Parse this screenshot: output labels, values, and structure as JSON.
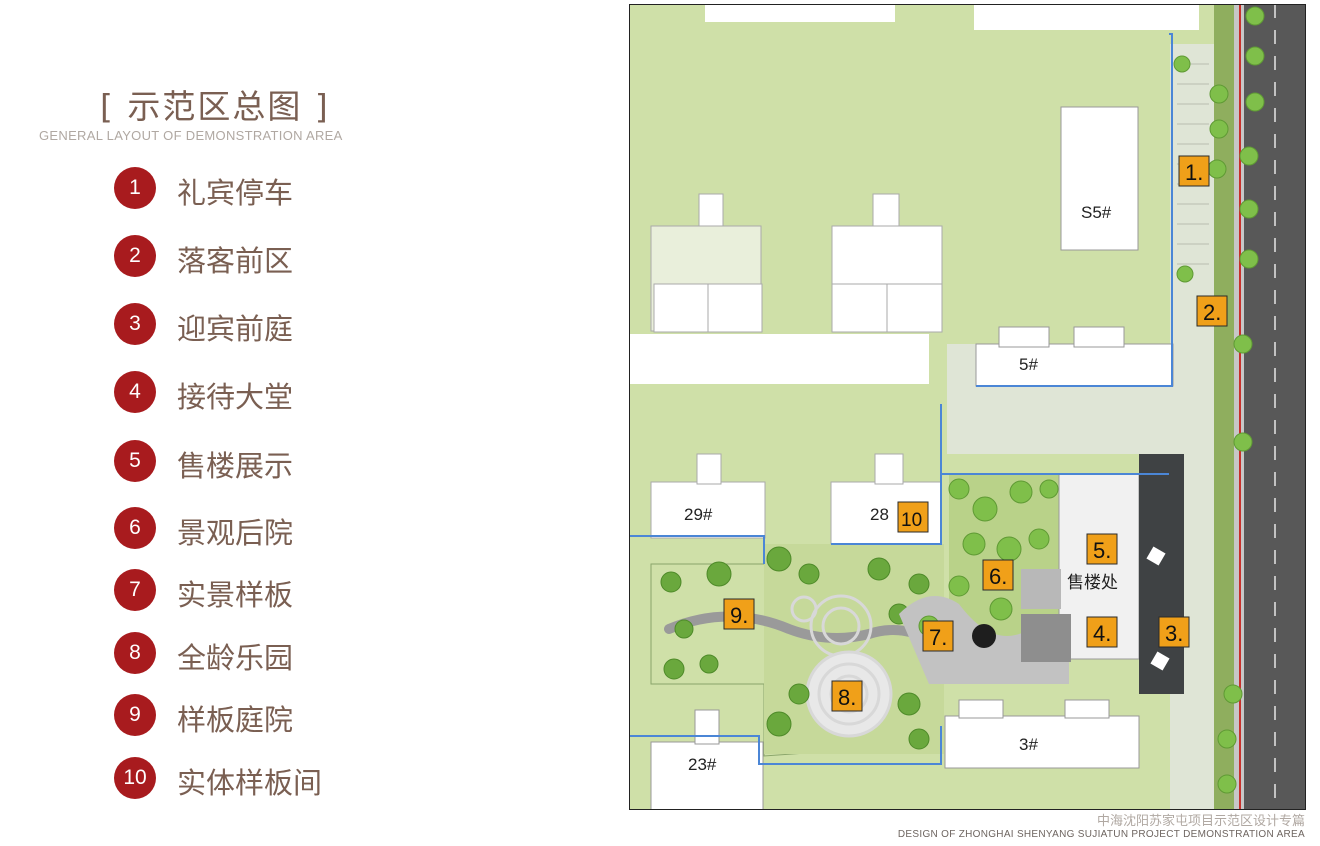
{
  "header": {
    "title_cn": "[ 示范区总图 ]",
    "title_en": "GENERAL LAYOUT OF DEMONSTRATION AREA"
  },
  "legend": [
    {
      "num": "1",
      "label": "礼宾停车"
    },
    {
      "num": "2",
      "label": "落客前区"
    },
    {
      "num": "3",
      "label": "迎宾前庭"
    },
    {
      "num": "4",
      "label": "接待大堂"
    },
    {
      "num": "5",
      "label": "售楼展示"
    },
    {
      "num": "6",
      "label": "景观后院"
    },
    {
      "num": "7",
      "label": "实景样板"
    },
    {
      "num": "8",
      "label": "全龄乐园"
    },
    {
      "num": "9",
      "label": "样板庭院"
    },
    {
      "num": "10",
      "label": "实体样板间"
    }
  ],
  "map": {
    "markers": [
      "1.",
      "2.",
      "3.",
      "4.",
      "5.",
      "6.",
      "7.",
      "8.",
      "9.",
      "10"
    ],
    "buildings": {
      "s5": "S5#",
      "b5": "5#",
      "b29": "29#",
      "b28": "28",
      "b3": "3#",
      "b23": "23#",
      "sales": "售楼处"
    }
  },
  "footer": {
    "cn": "中海沈阳苏家屯项目示范区设计专篇",
    "en": "DESIGN OF ZHONGHAI SHENYANG SUJIATUN PROJECT DEMONSTRATION AREA"
  },
  "colors": {
    "accent_red": "#a81b1e",
    "marker_orange": "#f0a019",
    "grass": "#cfe0a8",
    "road": "#585858",
    "text_brown": "#7a5f52"
  }
}
